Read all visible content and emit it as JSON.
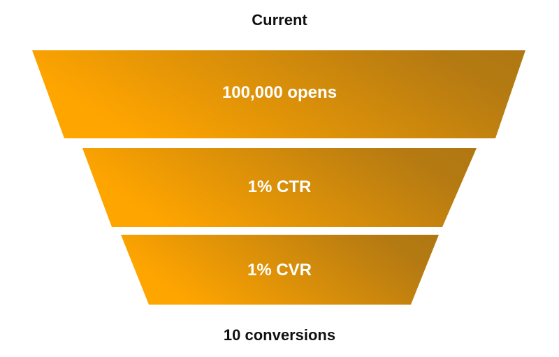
{
  "header": {
    "title": "Current"
  },
  "footer": {
    "result": "10 conversions"
  },
  "colors": {
    "gradient_start": "#FFA500",
    "gradient_end": "#B07A12",
    "label": "#FFFFFF",
    "title": "#111111"
  },
  "funnel": {
    "stages": [
      {
        "label": "100,000 opens",
        "metric": "opens",
        "value": 100000
      },
      {
        "label": "1% CTR",
        "metric": "click-through rate",
        "value_percent": 1
      },
      {
        "label": "1% CVR",
        "metric": "conversion rate",
        "value_percent": 1
      }
    ]
  }
}
